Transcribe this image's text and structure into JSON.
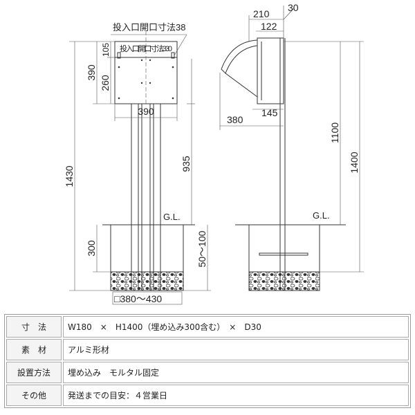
{
  "drawing": {
    "front": {
      "opening_38": "投入口開口寸法38",
      "opening_330": "投入口開口寸法330",
      "dim_1430": "1430",
      "dim_390_height": "390",
      "dim_105": "105",
      "dim_260": "260",
      "dim_390_width": "390",
      "dim_935": "935",
      "dim_300": "300",
      "dim_50_100": "50〜100",
      "gl": "G.L.",
      "footing": "□380〜430"
    },
    "side": {
      "dim_210": "210",
      "dim_30": "30",
      "dim_122": "122",
      "dim_145": "145",
      "dim_380": "380",
      "dim_1100": "1100",
      "dim_1400": "1400",
      "gl": "G.L."
    }
  },
  "spec_table": [
    {
      "label": "寸　法",
      "value": "W180　×　H1400（埋め込み300含む）　×　D30"
    },
    {
      "label": "素　材",
      "value": "アルミ形材"
    },
    {
      "label": "設置方法",
      "value": "埋め込み　モルタル固定"
    },
    {
      "label": "その他",
      "value": "発送までの目安：４営業日"
    }
  ]
}
